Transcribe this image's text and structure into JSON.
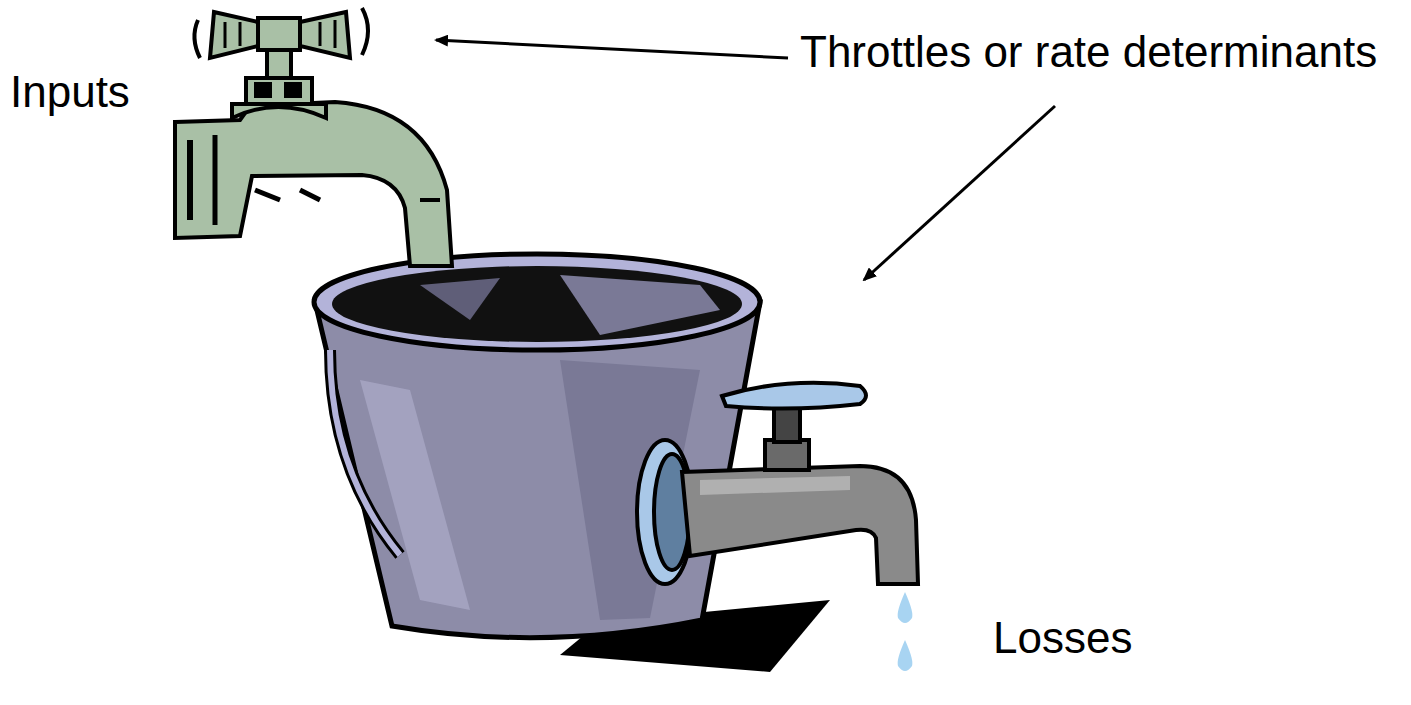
{
  "diagram": {
    "labels": [
      "Inputs",
      "Throttles or rate determinants",
      "Losses"
    ]
  }
}
